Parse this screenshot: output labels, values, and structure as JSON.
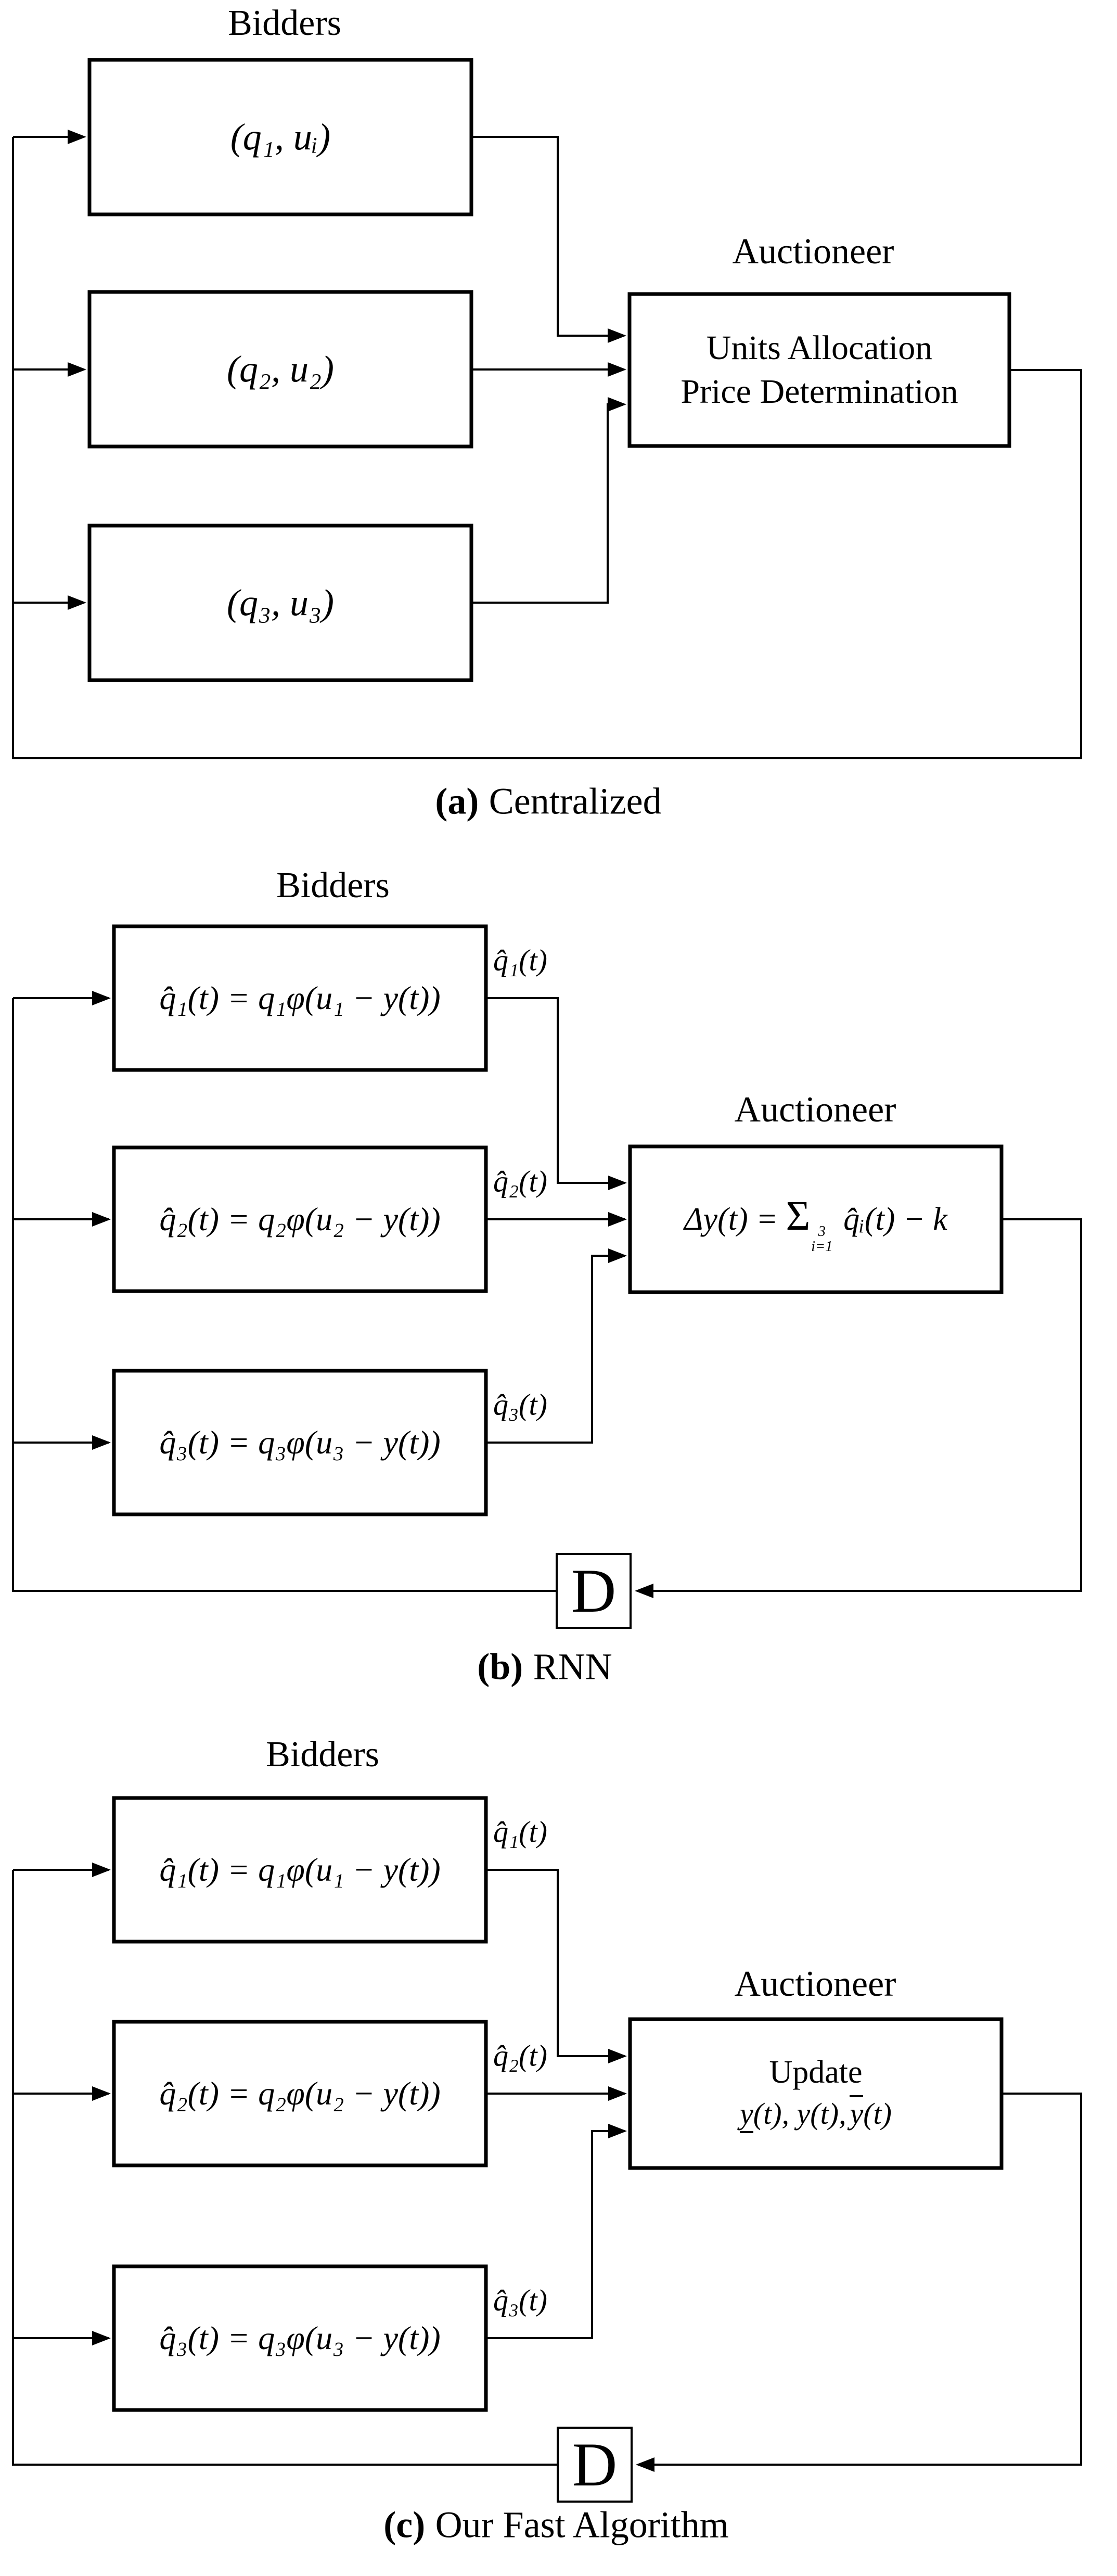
{
  "figure": {
    "a": {
      "bidders_label": "Bidders",
      "auctioneer_label": "Auctioneer",
      "boxes": [
        "(q₁, uᵢ)",
        "(q₂, u₂)",
        "(q₃, u₃)"
      ],
      "auctioneer_line1": "Units Allocation",
      "auctioneer_line2": "Price Determination",
      "caption": {
        "open": "(",
        "letter": "a",
        "close": ")",
        "label": "Centralized"
      }
    },
    "b": {
      "bidders_label": "Bidders",
      "auctioneer_label": "Auctioneer",
      "boxes": [
        "q̂₁(t) = q₁φ(u₁ − y(t))",
        "q̂₂(t) = q₂φ(u₂ − y(t))",
        "q̂₃(t) = q₃φ(u₃ − y(t))"
      ],
      "out_labels": [
        "q̂₁(t)",
        "q̂₂(t)",
        "q̂₃(t)"
      ],
      "formula": {
        "lhs": "Δy(t) = ",
        "sigma": "Σ",
        "sup": "3",
        "sub": "i=1",
        "rhs": " q̂ᵢ(t) − k"
      },
      "delay_label": "D",
      "caption": {
        "open": "(",
        "letter": "b",
        "close": ")",
        "label": "RNN"
      }
    },
    "c": {
      "bidders_label": "Bidders",
      "auctioneer_label": "Auctioneer",
      "boxes": [
        "q̂₁(t) = q₁φ(u₁ − y(t))",
        "q̂₂(t) = q₂φ(u₂ − y(t))",
        "q̂₃(t) = q₃φ(u₃ − y(t))"
      ],
      "out_labels": [
        "q̂₁(t)",
        "q̂₂(t)",
        "q̂₃(t)"
      ],
      "update": {
        "line1": "Update",
        "y_under": "y",
        "mid": "(t), y(t),",
        "y_over": "y",
        "tail": "(t)"
      },
      "delay_label": "D",
      "caption": {
        "open": "(",
        "letter": "c",
        "close": ")",
        "label": "Our Fast Algorithm"
      }
    }
  }
}
